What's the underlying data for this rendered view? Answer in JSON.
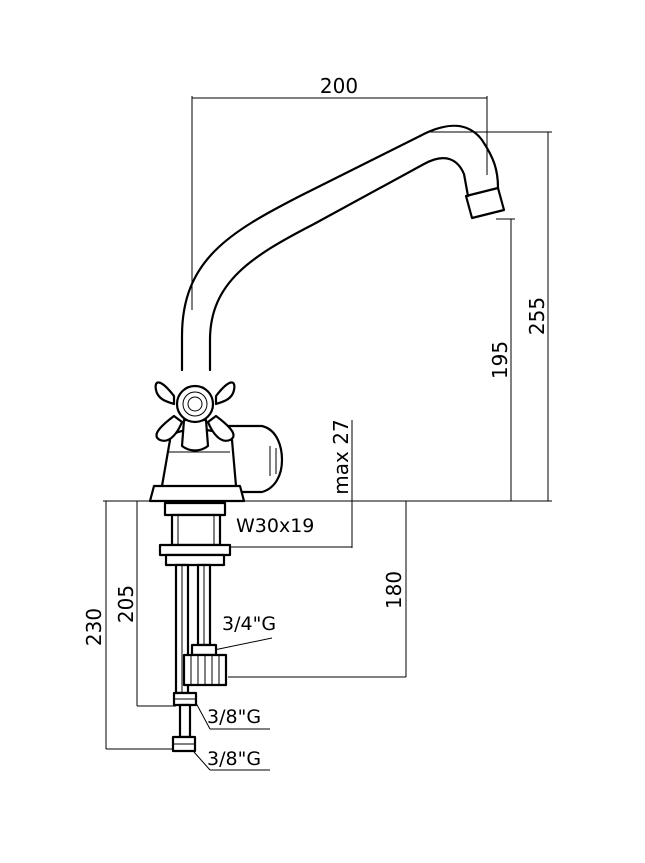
{
  "dimensions": {
    "spout_reach": "200",
    "total_height": "255",
    "outlet_height": "195",
    "max_deck": "max 27",
    "nut": "W30x19",
    "hose_length": "180",
    "lower_length_1": "205",
    "lower_length_2": "230"
  },
  "threads": {
    "inlet_main": "3/4\"G",
    "connector_1": "3/8\"G",
    "connector_2": "3/8\"G"
  }
}
